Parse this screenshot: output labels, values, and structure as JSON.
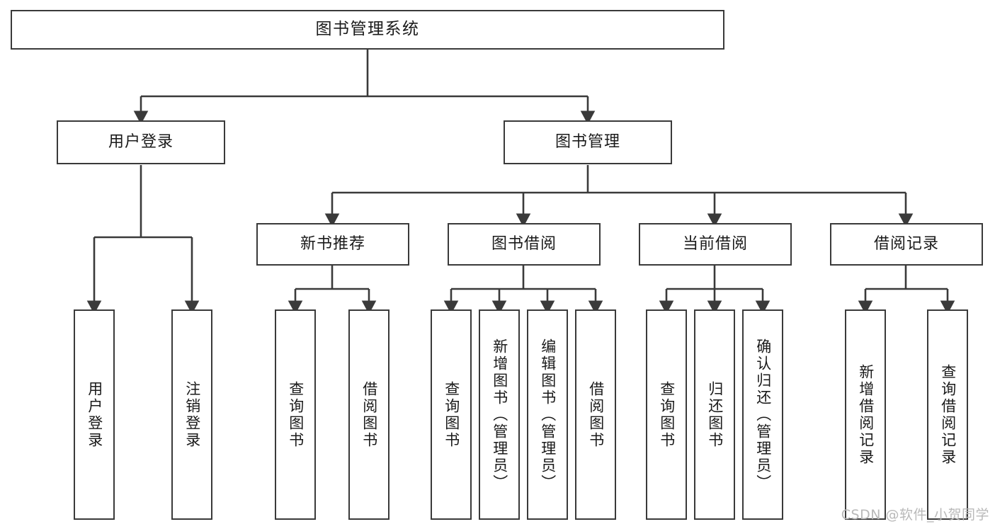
{
  "diagram": {
    "title": "图书管理系统",
    "watermark": "CSDN @软件_小贺同学",
    "line_color": "#3a3a3a",
    "background": "#ffffff",
    "text_color": "#1a1a1a",
    "root": {
      "label": "图书管理系统"
    },
    "level2": [
      {
        "label": "用户登录"
      },
      {
        "label": "图书管理"
      }
    ],
    "level3": [
      {
        "label": "新书推荐"
      },
      {
        "label": "图书借阅"
      },
      {
        "label": "当前借阅"
      },
      {
        "label": "借阅记录"
      }
    ],
    "leaves": [
      {
        "label": "用户登录"
      },
      {
        "label": "注销登录"
      },
      {
        "label": "查询图书"
      },
      {
        "label": "借阅图书"
      },
      {
        "label": "查询图书"
      },
      {
        "label": "新增图书（管理员）"
      },
      {
        "label": "编辑图书（管理员）"
      },
      {
        "label": "借阅图书"
      },
      {
        "label": "查询图书"
      },
      {
        "label": "归还图书"
      },
      {
        "label": "确认归还（管理员）"
      },
      {
        "label": "新增借阅记录"
      },
      {
        "label": "查询借阅记录"
      }
    ]
  }
}
